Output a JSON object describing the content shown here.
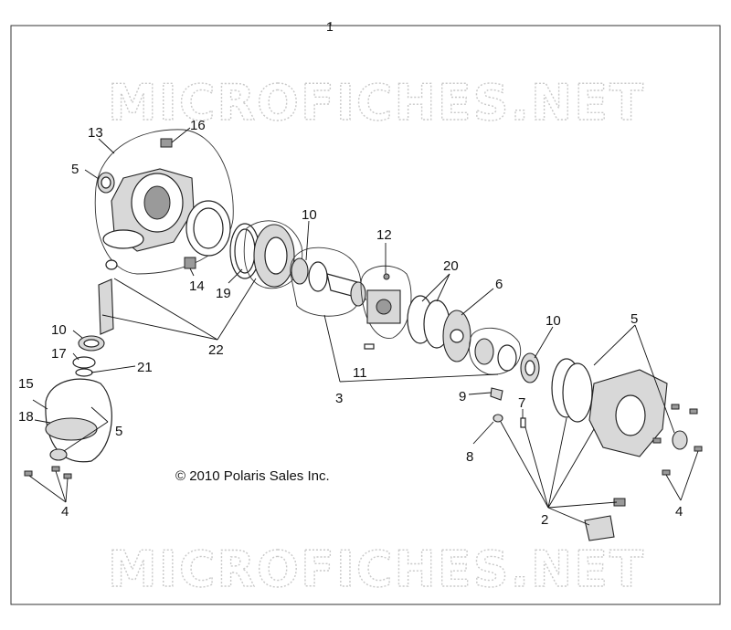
{
  "diagram": {
    "assembly_callout": "1",
    "copyright": "© 2010 Polaris Sales Inc.",
    "watermark_top": "MICROFICHES.NET",
    "watermark_bottom": "MICROFICHES.NET",
    "callouts": {
      "c13": "13",
      "c16": "16",
      "c5a": "5",
      "c14": "14",
      "c19": "19",
      "c10a": "10",
      "c12": "12",
      "c20": "20",
      "c6": "6",
      "c10b": "10",
      "c5b": "5",
      "c22": "22",
      "c10c": "10",
      "c17": "17",
      "c21": "21",
      "c11": "11",
      "c3": "3",
      "c9": "9",
      "c7": "7",
      "c8": "8",
      "c15": "15",
      "c18": "18",
      "c5c": "5",
      "c4a": "4",
      "c2": "2",
      "c4b": "4"
    }
  }
}
